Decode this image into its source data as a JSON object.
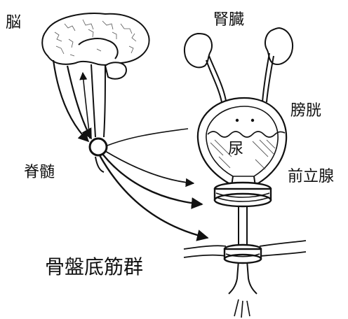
{
  "labels": {
    "brain": "脳",
    "kidney": "腎臓",
    "bladder": "膀胱",
    "spinal_cord": "脊髄",
    "prostate": "前立腺",
    "pelvic_floor_muscles": "骨盤底筋群",
    "urine": "尿"
  },
  "colors": {
    "ink": "#111111",
    "shading": "#555555",
    "background": "#ffffff"
  }
}
